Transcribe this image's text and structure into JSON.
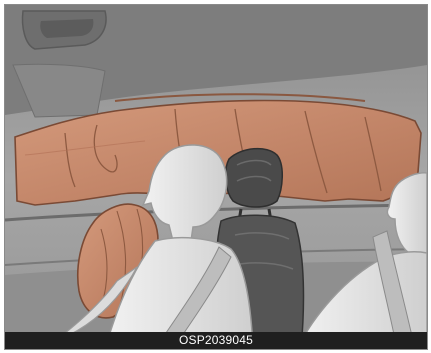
{
  "figure": {
    "code": "OSP2039045",
    "icons": [
      "side-curtain-airbag",
      "front-side-airbag",
      "driver-occupant",
      "headrest",
      "passenger-occupant",
      "seat-belt"
    ],
    "colors": {
      "airbag": "#c98a6c",
      "airbag_outline": "#7a4a35",
      "interior": "#9d9d9d",
      "occupant": "#e4e4e4",
      "seat": "#4a4a4a",
      "code_bar": "#1f1f1f"
    }
  }
}
